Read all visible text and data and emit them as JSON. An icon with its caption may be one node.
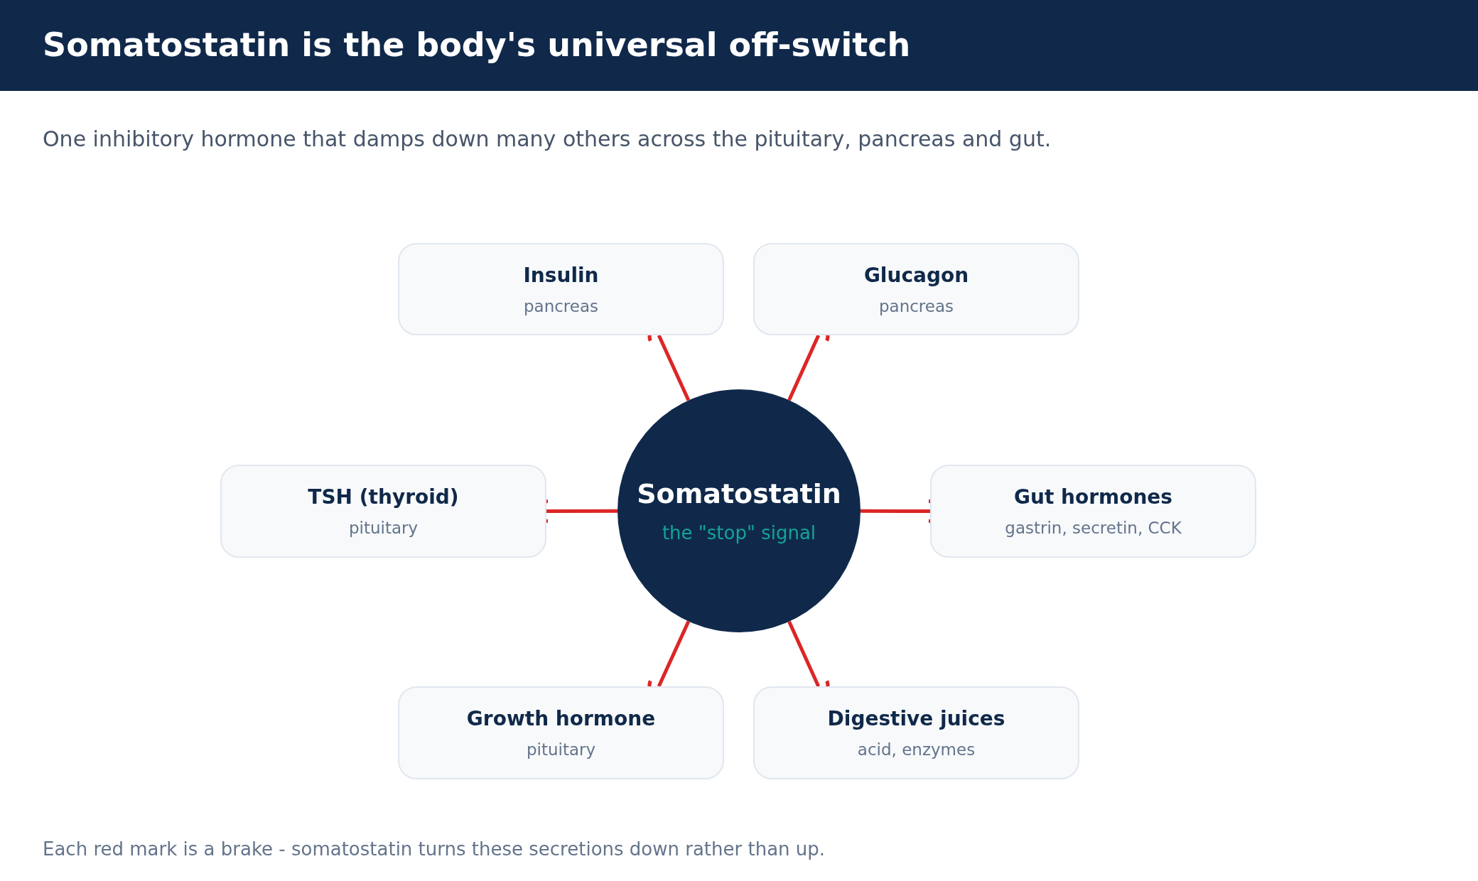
{
  "diagram": {
    "title": "Somatostatin is the body's universal off-switch",
    "caption": "One inhibitory hormone that damps down many others across the pituitary, pancreas and gut.",
    "nodes": [
      {
        "text": [
          "Somatostatin",
          "the \"stop\" signal"
        ]
      },
      {
        "text": [
          "Insulin",
          "pancreas"
        ]
      },
      {
        "text": [
          "Glucagon",
          "pancreas"
        ]
      },
      {
        "text": [
          "TSH (thyroid)",
          "pituitary"
        ]
      },
      {
        "text": [
          "Gut hormones",
          "gastrin, secretin, CCK"
        ]
      },
      {
        "text": [
          "Growth hormone",
          "pituitary"
        ]
      },
      {
        "text": [
          "Digestive juices",
          "acid, enzymes"
        ]
      }
    ],
    "edges": [
      {
        "from": 0,
        "to": 1,
        "arrow": "other"
      },
      {
        "from": 0,
        "to": 2,
        "arrow": "other"
      },
      {
        "from": 0,
        "to": 3,
        "arrow": "other"
      },
      {
        "from": 0,
        "to": 4,
        "arrow": "other"
      },
      {
        "from": 0,
        "to": 5,
        "arrow": "other"
      },
      {
        "from": 0,
        "to": 6,
        "arrow": "other"
      }
    ],
    "labels": [
      "Each red mark is a brake - somatostatin turns these secretions down rather than up."
    ]
  }
}
